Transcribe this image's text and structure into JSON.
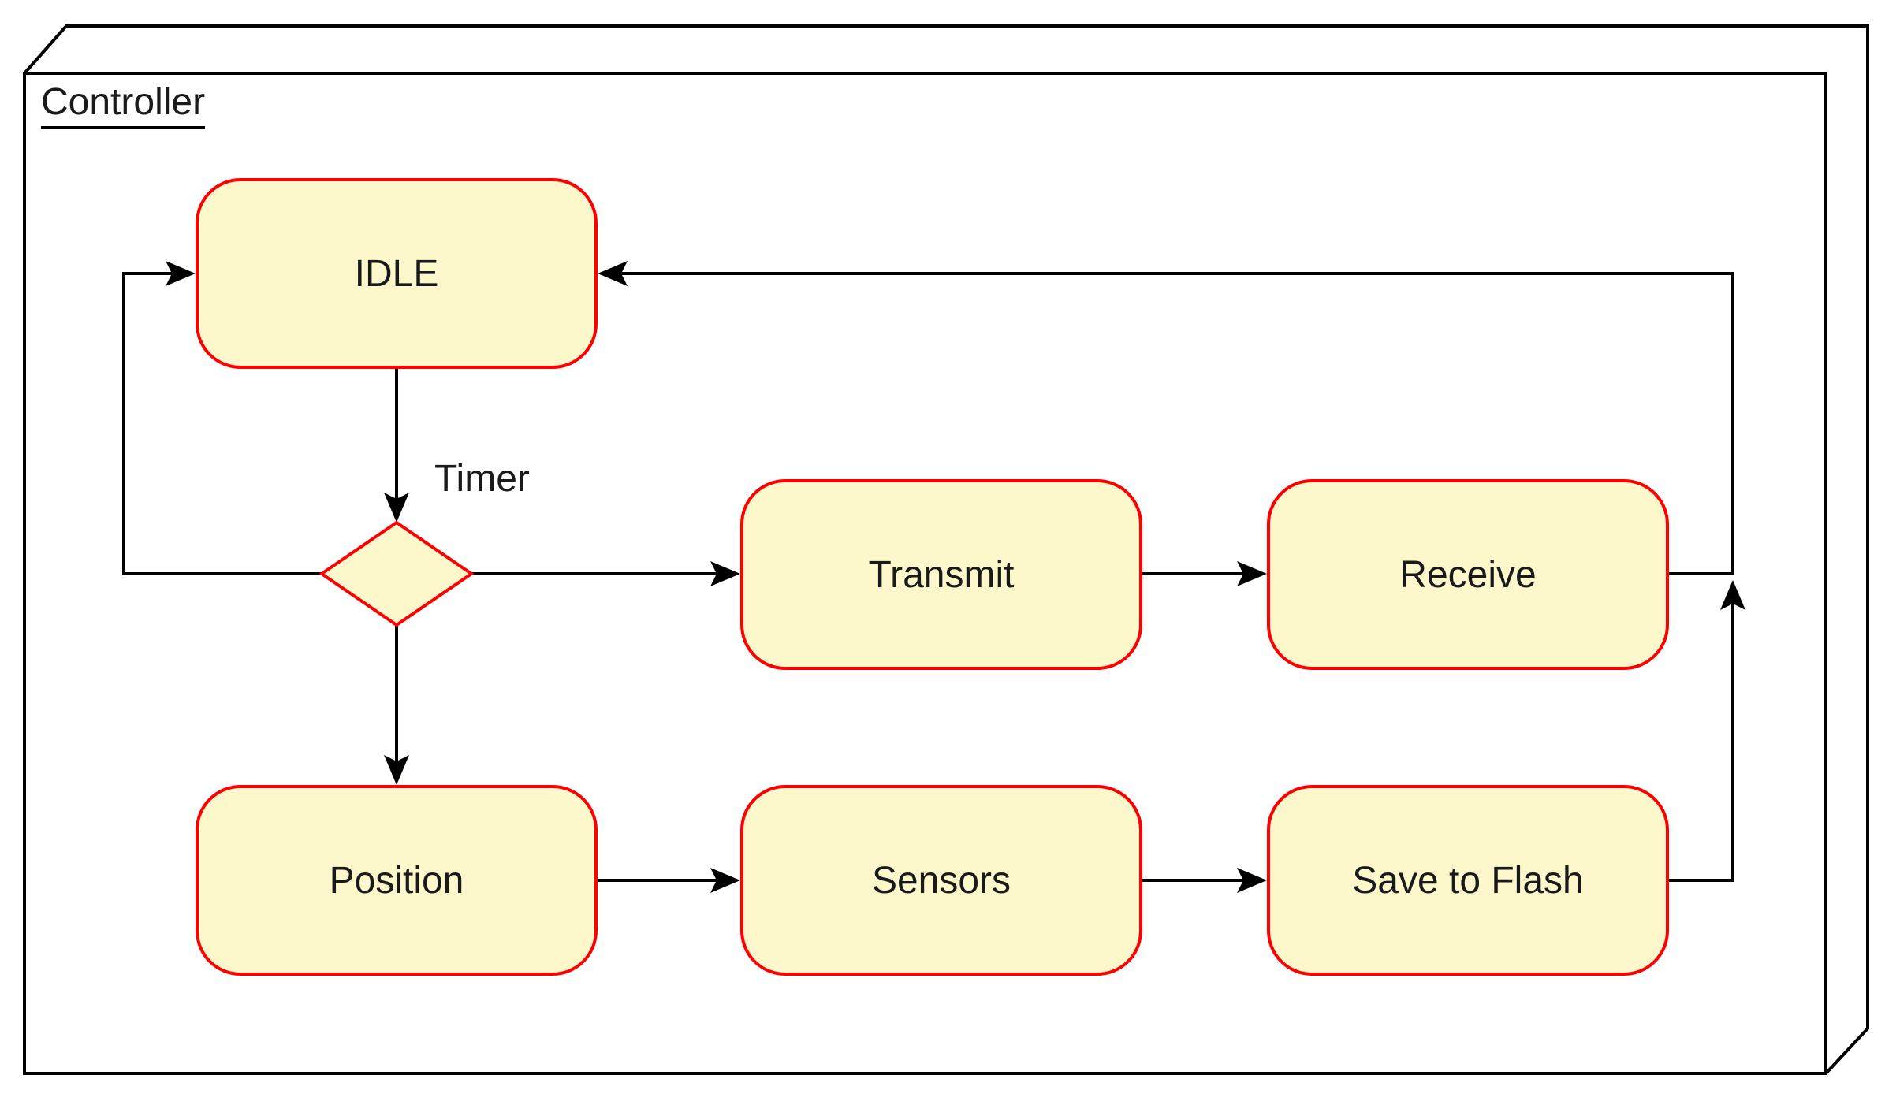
{
  "diagram": {
    "type": "state-machine",
    "container": {
      "label": "Controller"
    },
    "nodes": [
      {
        "id": "idle",
        "label": "IDLE",
        "shape": "rounded-rect"
      },
      {
        "id": "transmit",
        "label": "Transmit",
        "shape": "rounded-rect"
      },
      {
        "id": "receive",
        "label": "Receive",
        "shape": "rounded-rect"
      },
      {
        "id": "position",
        "label": "Position",
        "shape": "rounded-rect"
      },
      {
        "id": "sensors",
        "label": "Sensors",
        "shape": "rounded-rect"
      },
      {
        "id": "save_to_flash",
        "label": "Save to Flash",
        "shape": "rounded-rect"
      },
      {
        "id": "timer_decision",
        "label": "",
        "shape": "diamond"
      }
    ],
    "edges": [
      {
        "from": "idle",
        "to": "timer_decision",
        "label": "Timer"
      },
      {
        "from": "timer_decision",
        "to": "idle",
        "label": ""
      },
      {
        "from": "timer_decision",
        "to": "transmit",
        "label": ""
      },
      {
        "from": "timer_decision",
        "to": "position",
        "label": ""
      },
      {
        "from": "transmit",
        "to": "receive",
        "label": ""
      },
      {
        "from": "receive",
        "to": "idle",
        "label": ""
      },
      {
        "from": "position",
        "to": "sensors",
        "label": ""
      },
      {
        "from": "sensors",
        "to": "save_to_flash",
        "label": ""
      },
      {
        "from": "save_to_flash",
        "to": "idle",
        "label": ""
      }
    ],
    "colors": {
      "state_fill": "#FCF8CC",
      "state_border": "#FF0000",
      "connector": "#000000",
      "frame": "#000000",
      "text": "#1A1A1A",
      "background": "#FFFFFF"
    }
  }
}
